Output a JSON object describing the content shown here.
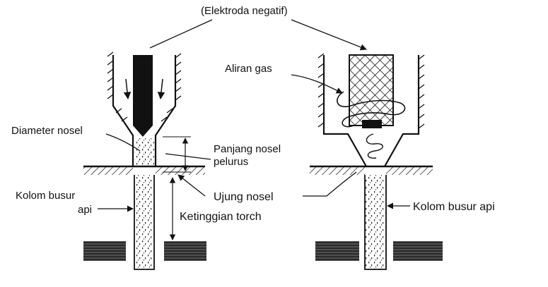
{
  "labels": {
    "elektroda": "(Elektroda negatif)",
    "aliran_gas": "Aliran gas",
    "diameter_nosel": "Diameter nosel",
    "panjang_nosel_1": "Panjang nosel",
    "panjang_nosel_2": "pelurus",
    "ujung_nosel": "Ujung nosel",
    "kolom_left_1": "Kolom busur",
    "kolom_left_2": "api",
    "ketinggian": "Ketinggian torch",
    "kolom_right": "Kolom busur api"
  },
  "colors": {
    "ink": "#111111",
    "workpiece": "#2a2a2a",
    "background": "#ffffff"
  }
}
